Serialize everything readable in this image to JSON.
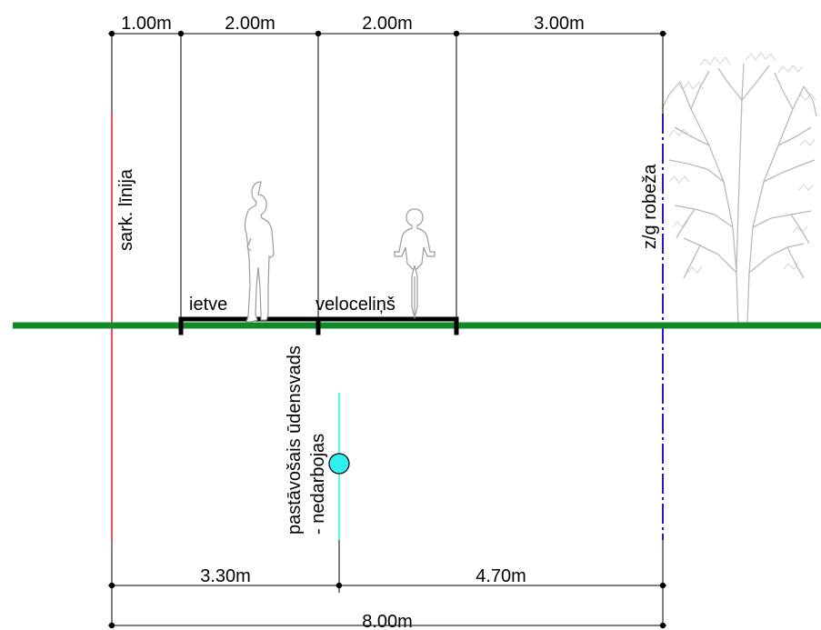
{
  "dimensions_top": [
    "1.00m",
    "2.00m",
    "2.00m",
    "3.00m"
  ],
  "dimensions_bottom": [
    "3.30m",
    "4.70m"
  ],
  "dimension_total": "8.00m",
  "labels": {
    "red_line": "sark. līnija",
    "boundary": "z/g robeža",
    "sidewalk": "ietve",
    "bike_path": "veloceliņš",
    "pipe_line1": "pastāvošais ūdensvads",
    "pipe_line2": "- nedarbojas"
  },
  "colors": {
    "ground": "#128a2a",
    "red_line": "#e8292a",
    "boundary": "#1a1acc",
    "pipe": "#2ff0ee",
    "tree": "#bdb8b5"
  }
}
